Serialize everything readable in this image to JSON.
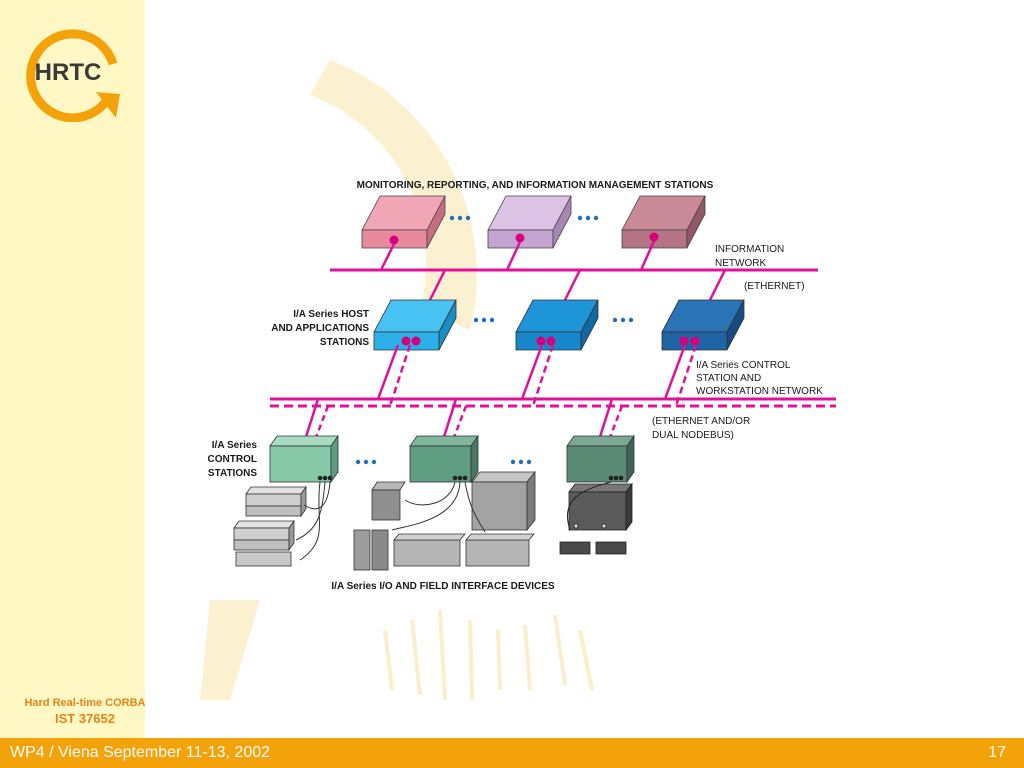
{
  "logo": {
    "text": "HRTC"
  },
  "sidebar": {
    "project_name": "Hard Real-time CORBA",
    "project_id": "IST 37652"
  },
  "footer": {
    "event": "WP4 / Viena September 11-13, 2002",
    "page_number": "17"
  },
  "diagram": {
    "title_top": "MONITORING, REPORTING, AND INFORMATION MANAGEMENT STATIONS",
    "info_network": {
      "line1": "INFORMATION",
      "line2": "NETWORK",
      "line3": "(ETHERNET)"
    },
    "host_stations": {
      "line1": "I/A Series HOST",
      "line2": "AND APPLICATIONS",
      "line3": "STATIONS"
    },
    "control_network": {
      "line1": "I/A Series CONTROL",
      "line2": "STATION AND",
      "line3": "WORKSTATION NETWORK",
      "line4": "(ETHERNET AND/OR",
      "line5": "DUAL NODEBUS)"
    },
    "control_stations": {
      "line1": "I/A Series",
      "line2": "CONTROL",
      "line3": "STATIONS"
    },
    "title_bottom": "I/A Series I/O AND FIELD INTERFACE DEVICES",
    "colors": {
      "network": "#e0109a",
      "connector": "#d6007e",
      "dots": "#1f6fb5"
    }
  }
}
